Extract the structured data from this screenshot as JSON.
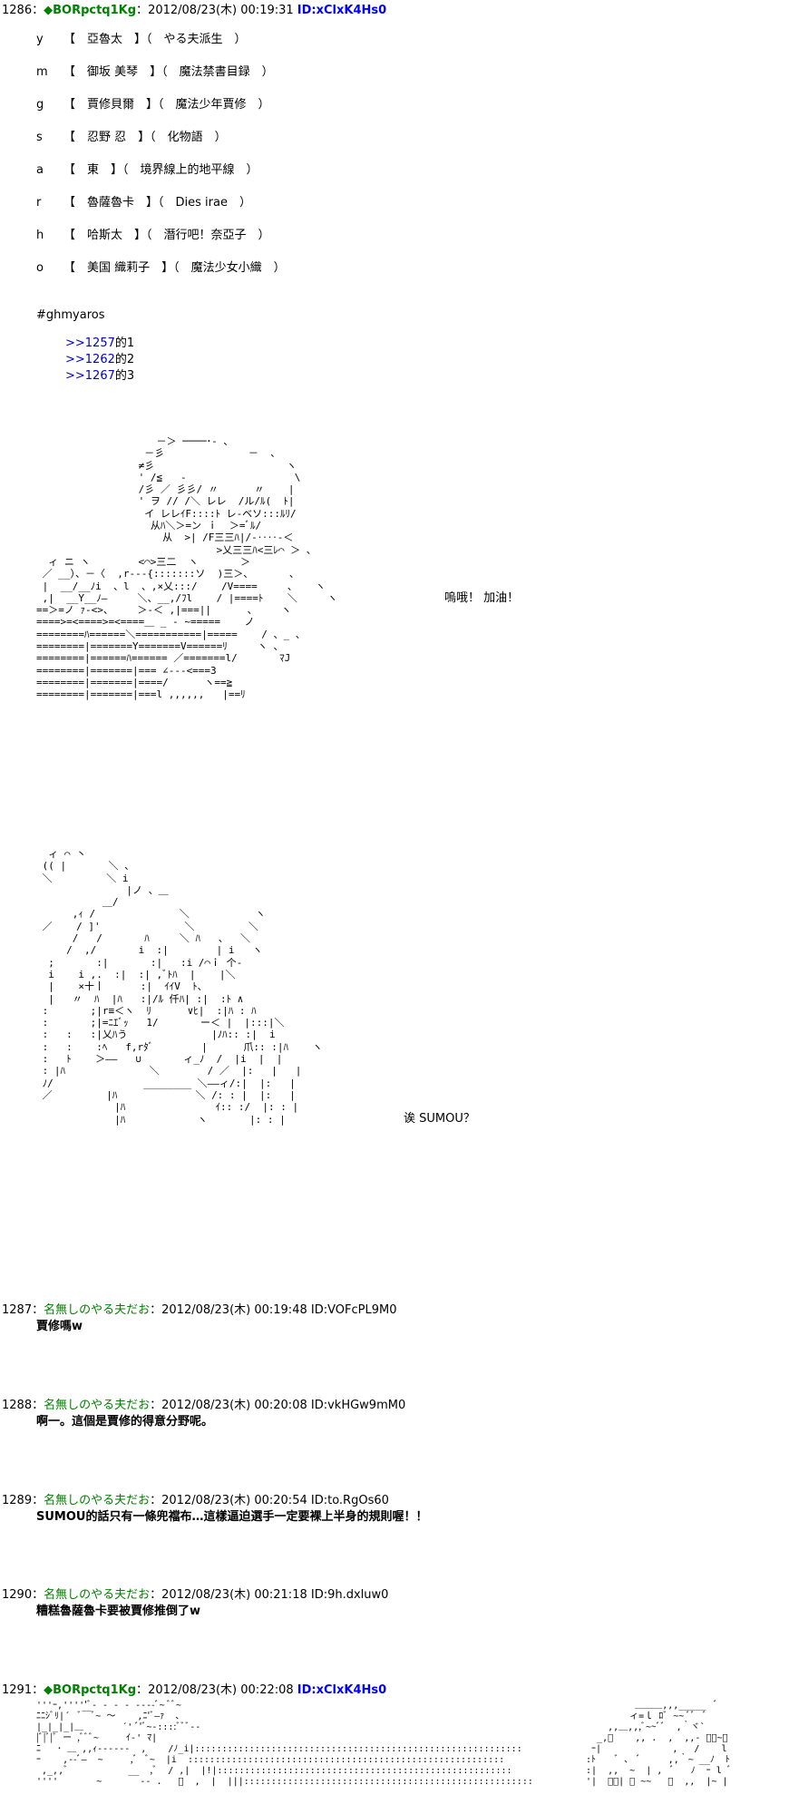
{
  "posts": [
    {
      "num": "1286",
      "name": "◆BORpctq1Kg",
      "date": "2012/08/23(木) 00:19:31",
      "id": "ID:xClxK4Hs0"
    },
    {
      "num": "1287",
      "name": "名無しのやる夫だお",
      "date": "2012/08/23(木) 00:19:48",
      "id": "ID:VOFcPL9M0",
      "body": "賈修嗎w"
    },
    {
      "num": "1288",
      "name": "名無しのやる夫だお",
      "date": "2012/08/23(木) 00:20:08",
      "id": "ID:vkHGw9mM0",
      "body": "啊一。這個是賈修的得意分野呢。"
    },
    {
      "num": "1289",
      "name": "名無しのやる夫だお",
      "date": "2012/08/23(木) 00:20:54",
      "id": "ID:to.RgOs60",
      "body": "SUMOU的話只有一條兜襠布…這樣逼迫選手一定要裸上半身的規則喔！！"
    },
    {
      "num": "1290",
      "name": "名無しのやる夫だお",
      "date": "2012/08/23(木) 00:21:18",
      "id": "ID:9h.dxluw0",
      "body": "糟糕魯薩魯卡要被賈修推倒了w"
    },
    {
      "num": "1291",
      "name": "◆BORpctq1Kg",
      "date": "2012/08/23(木) 00:22:08",
      "id": "ID:xClxK4Hs0"
    }
  ],
  "cast": [
    {
      "letter": "y",
      "text": "【　亞魯太　】（　やる夫派生　）"
    },
    {
      "letter": "m",
      "text": "【　御坂 美琴　】（　魔法禁書目録　）"
    },
    {
      "letter": "g",
      "text": "【　賈修貝爾　】（　魔法少年賈修　）"
    },
    {
      "letter": "s",
      "text": "【　忍野 忍　】（　化物語　）"
    },
    {
      "letter": "a",
      "text": "【　東　】（　境界線上的地平線　）"
    },
    {
      "letter": "r",
      "text": "【　魯薩魯卡　】（　Dies irae　）"
    },
    {
      "letter": "h",
      "text": "【　哈斯太　】（　潛行吧！奈亞子　）"
    },
    {
      "letter": "o",
      "text": "【　美国 織莉子　】（　魔法少女小織　）"
    }
  ],
  "tag": "#ghmyaros",
  "anchors": [
    {
      "link": ">>1257",
      "suffix": "的1"
    },
    {
      "link": ">>1262",
      "suffix": "的2"
    },
    {
      "link": ">>1267",
      "suffix": "的3"
    }
  ],
  "speech1": "嗚哦！ 加油！",
  "speech2": "诶 SUMOU？"
}
